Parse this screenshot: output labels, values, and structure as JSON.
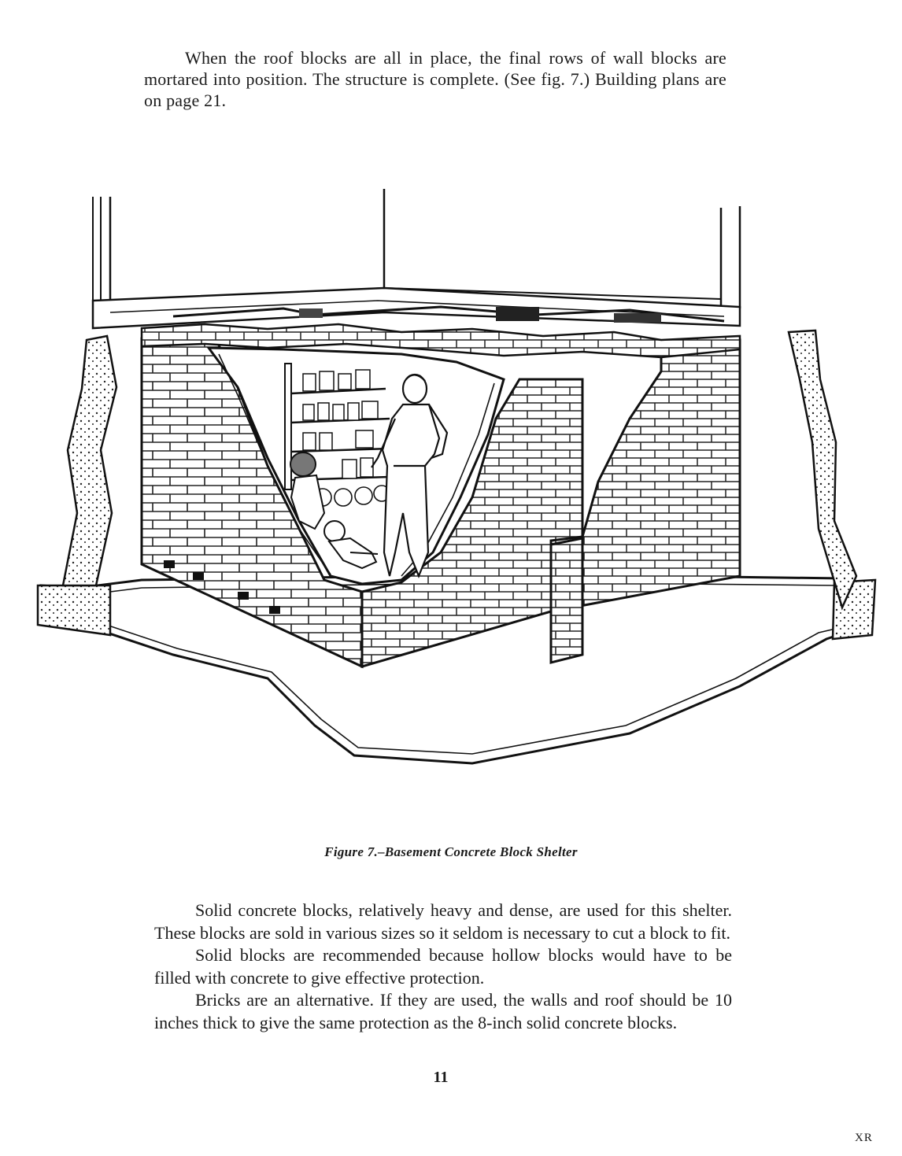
{
  "intro_paragraph": "When the roof blocks are all in place, the final rows of wall blocks are mortared into position. The structure is complete. (See fig. 7.) Building plans are on page 21.",
  "figure": {
    "caption": "Figure 7.–Basement Concrete Block Shelter"
  },
  "body_paragraphs": [
    "Solid concrete blocks, relatively heavy and dense, are used for this shelter. These blocks are sold in various sizes so it seldom is necessary to cut a block to fit.",
    "Solid blocks are recommended because hollow blocks would have to be filled with concrete to give effective protection.",
    "Bricks are an alternative. If they are used, the walls and roof should be 10 inches thick to give the same protection as the 8-inch solid concrete blocks."
  ],
  "page_number": "11",
  "watermark": "XR"
}
